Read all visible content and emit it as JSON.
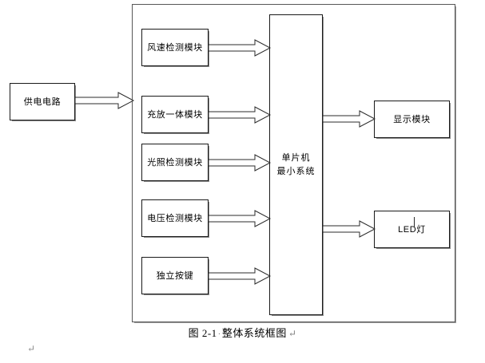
{
  "diagram": {
    "caption": {
      "figure_number": "图 2-1",
      "separator_dot": "·",
      "title": "整体系统框图",
      "paragraph_mark": "↵"
    },
    "trailing_paragraph_mark": "↵",
    "power": {
      "label": "供电电路"
    },
    "controller": {
      "label": "单片机\n最小系统"
    },
    "input_modules": [
      {
        "label": "风速检测模块"
      },
      {
        "label": "充放一体模块"
      },
      {
        "label": "光照检测模块"
      },
      {
        "label": "电压检测模块"
      },
      {
        "label": "独立按键"
      }
    ],
    "output_modules": [
      {
        "label": "显示模块"
      },
      {
        "label": "LED灯"
      }
    ],
    "colors": {
      "border": "#1a1a1a",
      "container_border": "#575757",
      "shadow": "#8a8a8a",
      "arrow_stroke": "#2b2b2b",
      "arrow_fill": "#ffffff",
      "background": "#ffffff",
      "text": "#000000",
      "mark": "#8c8c8c"
    }
  }
}
